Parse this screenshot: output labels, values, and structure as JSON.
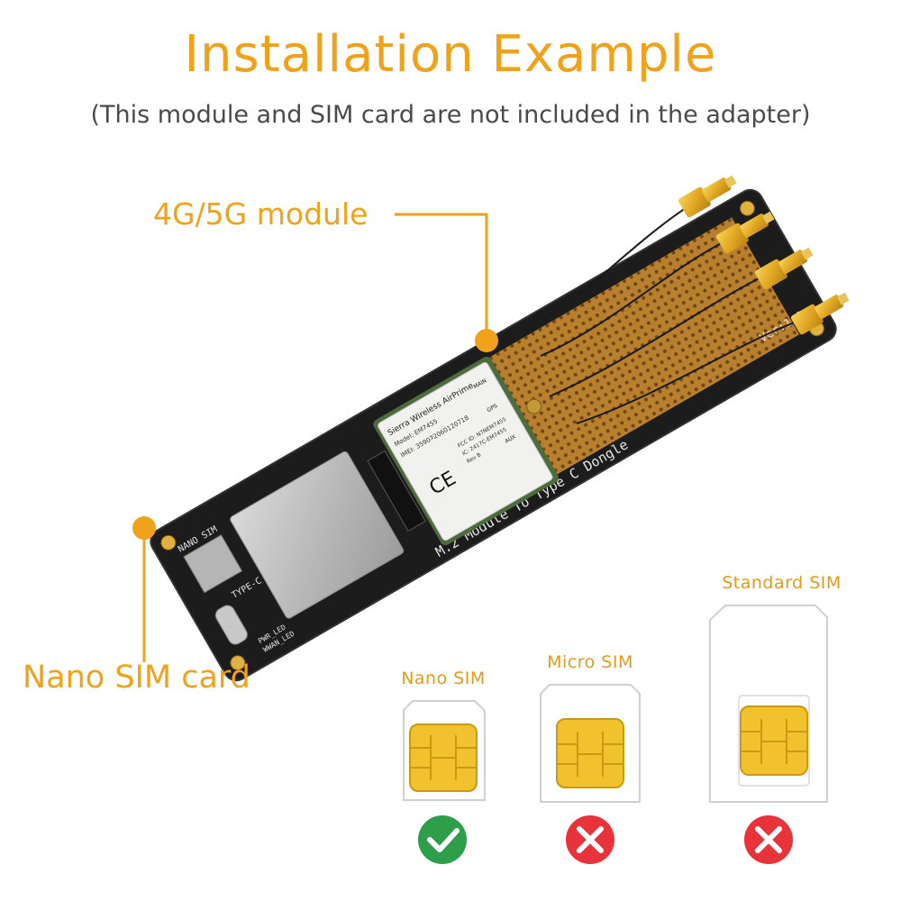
{
  "header": {
    "title": "Installation Example",
    "subtitle": "(This module and SIM card are not included in the adapter)"
  },
  "callouts": {
    "module": "4G/5G module",
    "sim": "Nano SIM card"
  },
  "board": {
    "silkscreen_title": "M.2 Module To Type C Dongle",
    "version": "Ver:1.0",
    "nano_sim_label": "NANO SIM",
    "type_c_label": "TYPE-C",
    "led_labels": [
      "PWR_LED",
      "WWAN_LED"
    ]
  },
  "module_label": {
    "brand": "Sierra Wireless AirPrime",
    "model": "Model: EM7455",
    "imei": "IMEI: 359072060120718",
    "ce": "CE",
    "fcc": "FCC ID: N7NEM7455",
    "ic": "IC: 2417C-EM7455",
    "rev": "Rev B",
    "main": "MAIN",
    "gps": "GPS",
    "aux": "AUX"
  },
  "sim_types": [
    {
      "label": "Nano SIM",
      "supported": true
    },
    {
      "label": "Micro SIM",
      "supported": false
    },
    {
      "label": "Standard SIM",
      "supported": false
    }
  ],
  "colors": {
    "accent": "#f0a21a",
    "ok": "#2e9e4a",
    "no": "#e8333a",
    "chip": "#f2c12e",
    "pcb": "#1c1c1c"
  }
}
